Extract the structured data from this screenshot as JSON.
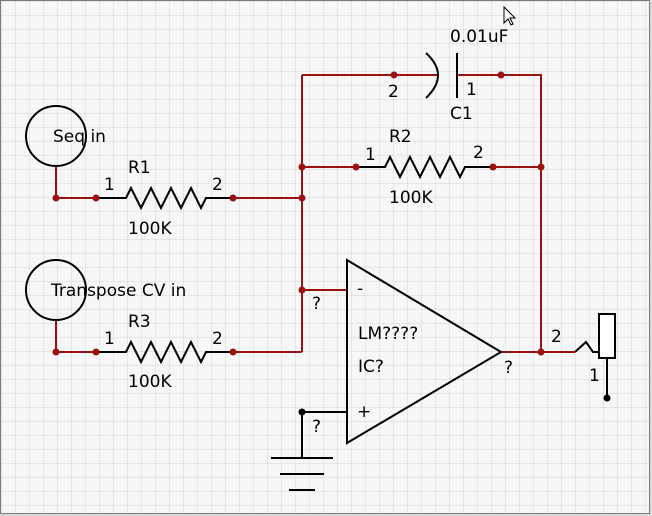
{
  "schematic": {
    "inputs": [
      {
        "label": "Seq in"
      },
      {
        "label": "Transpose CV in"
      }
    ],
    "r1": {
      "ref": "R1",
      "value": "100K",
      "pin1": "1",
      "pin2": "2"
    },
    "r2": {
      "ref": "R2",
      "value": "100K",
      "pin1": "1",
      "pin2": "2"
    },
    "r3": {
      "ref": "R3",
      "value": "100K",
      "pin1": "1",
      "pin2": "2"
    },
    "c1": {
      "ref": "C1",
      "value": "0.01uF",
      "pin1": "1",
      "pin2": "2"
    },
    "opamp": {
      "part": "LM????",
      "ref": "IC?",
      "minus": "-",
      "plus": "+",
      "pin_minus": "?",
      "pin_plus": "?",
      "pin_out": "?"
    },
    "output_connector": {
      "pin1": "1",
      "pin2": "2"
    },
    "colors": {
      "wire": "#9b1111",
      "grid": "#d4d4d4",
      "background": "#f7f7f7"
    }
  }
}
